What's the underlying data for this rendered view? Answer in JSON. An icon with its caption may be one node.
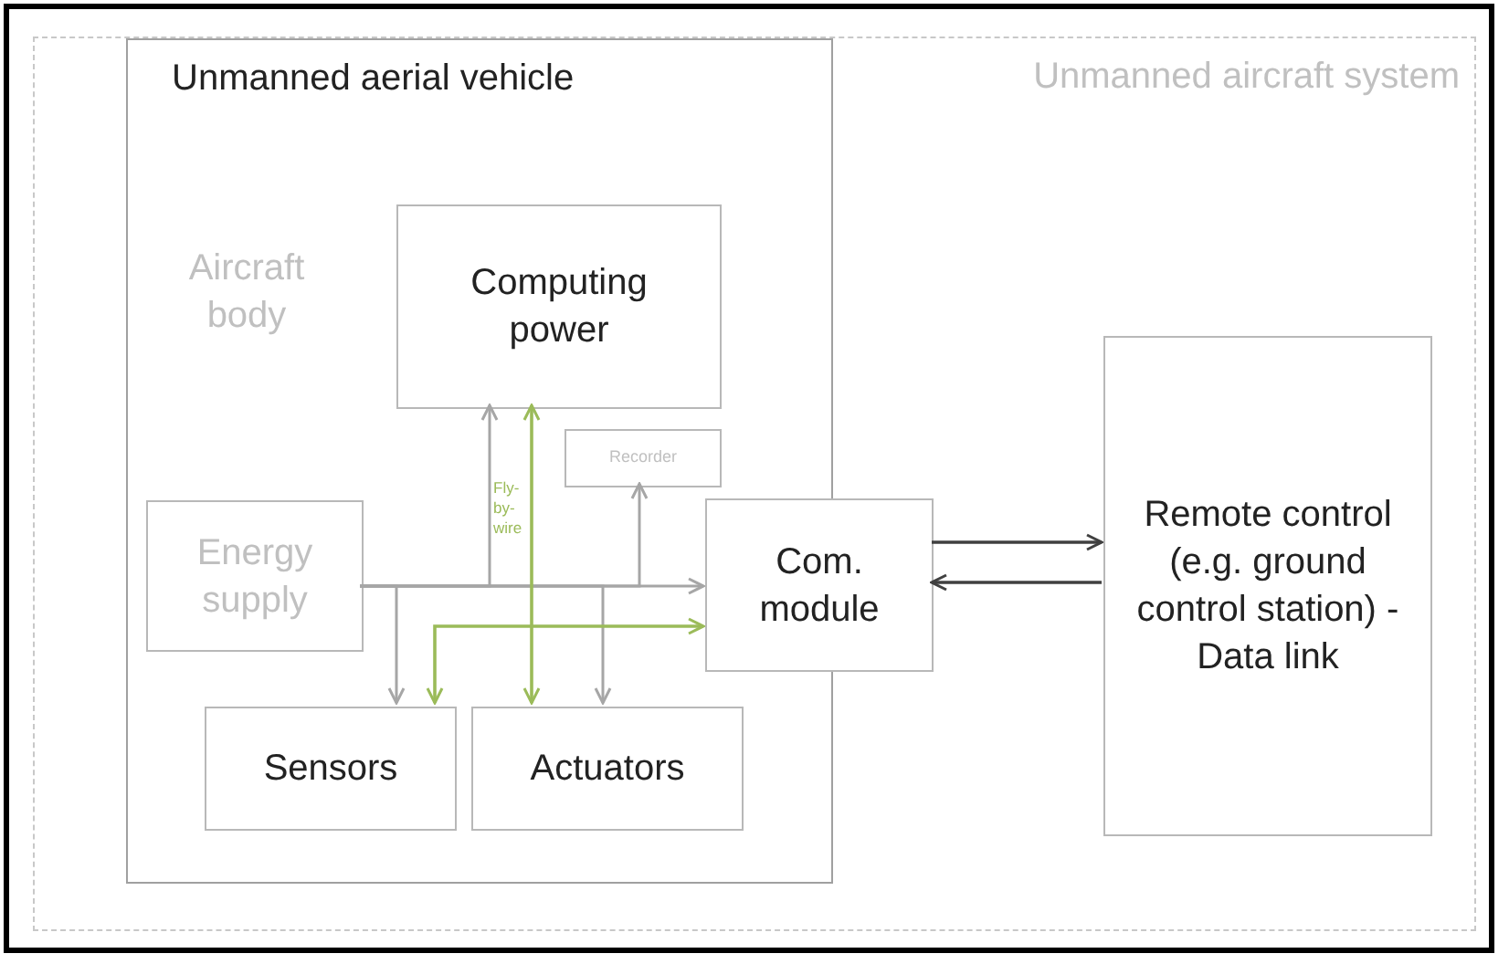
{
  "diagram": {
    "nodes": [
      {
        "text": [
          "Unmanned aircraft system"
        ]
      },
      {
        "text": [
          "Unmanned aerial vehicle"
        ],
        "in": 0
      },
      {
        "text": [
          "Computing power"
        ],
        "in": 1
      },
      {
        "text": [
          "Recorder"
        ],
        "in": 1
      },
      {
        "text": [
          "Energy supply"
        ],
        "in": 1
      },
      {
        "text": [
          "Com. module"
        ],
        "in": 0
      },
      {
        "text": [
          "Sensors"
        ],
        "in": 1
      },
      {
        "text": [
          "Actuators"
        ],
        "in": 1
      },
      {
        "text": [
          "Remote control (e.g. ground control station) - Data link"
        ],
        "in": 0
      }
    ],
    "edges": [
      {
        "from": 4,
        "to": 5,
        "arrow": "to"
      },
      {
        "from": 4,
        "to": 2,
        "arrow": "to"
      },
      {
        "from": 4,
        "to": 3,
        "arrow": "to"
      },
      {
        "from": 4,
        "to": 6,
        "arrow": "to"
      },
      {
        "from": 4,
        "to": 7,
        "arrow": "to"
      },
      {
        "from": 2,
        "to": 7,
        "arrow": "both",
        "label": "Fly-by-wire",
        "color": "#9bbb59"
      },
      {
        "from": 6,
        "to": 5,
        "arrow": "both",
        "color": "#9bbb59"
      },
      {
        "from": 5,
        "to": 8,
        "arrow": "to",
        "color": "#404040"
      },
      {
        "from": 8,
        "to": 5,
        "arrow": "to",
        "color": "#404040"
      }
    ],
    "labels": [
      "Aircraft body"
    ]
  }
}
